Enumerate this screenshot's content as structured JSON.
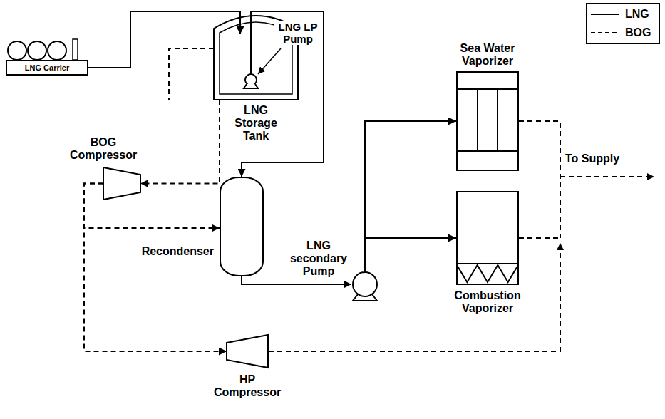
{
  "diagram": {
    "nodes": [
      {
        "text": [
          "LNG Carrier"
        ]
      },
      {
        "text": [
          "LNG Storage Tank"
        ]
      },
      {
        "text": [
          "BOG Compressor"
        ]
      },
      {
        "text": [
          "Recondenser"
        ]
      },
      {
        "text": [
          "LNG secondary Pump"
        ]
      },
      {
        "text": [
          "Sea Water Vaporizer"
        ]
      },
      {
        "text": [
          "Combustion Vaporizer"
        ]
      },
      {
        "text": [
          "HP Compressor"
        ]
      }
    ],
    "edges": [
      {
        "from": 0,
        "to": 1,
        "arrow": "to"
      },
      {
        "from": 1,
        "to": 2,
        "arrow": "to"
      },
      {
        "from": 1,
        "to": 3,
        "arrow": "to"
      },
      {
        "from": 2,
        "to": 3,
        "arrow": "to"
      },
      {
        "from": 2,
        "to": 7,
        "arrow": "to"
      },
      {
        "from": 3,
        "to": 4,
        "arrow": "to"
      },
      {
        "from": 4,
        "to": 5,
        "arrow": "to"
      },
      {
        "from": 4,
        "to": 6,
        "arrow": "to"
      }
    ],
    "labels": [
      "LNG LP Pump",
      "To Supply"
    ],
    "legend": [
      {
        "text": "LNG"
      },
      {
        "text": "BOG"
      }
    ]
  }
}
